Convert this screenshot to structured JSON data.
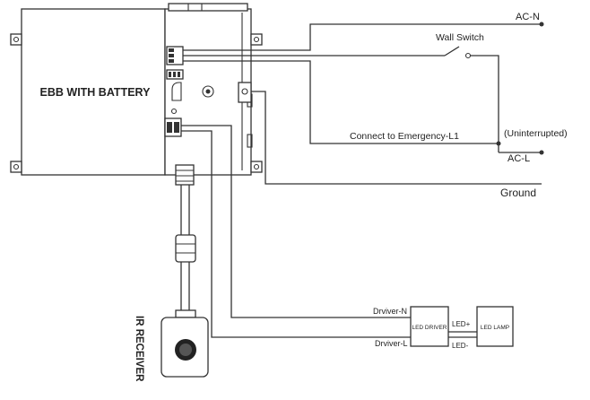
{
  "diagram": {
    "unit_label": "EBB WITH BATTERY",
    "terminals": {
      "ac_n": "AC-N",
      "ac_l": "AC-L",
      "ground": "Ground"
    },
    "wall_switch": "Wall Switch",
    "connect_emergency": "Connect to Emergency-L1",
    "uninterrupted": "(Uninterrupted)",
    "driver_n": "Drviver-N",
    "driver_l": "Drviver-L",
    "led_driver": "LED DRIVER",
    "led_lamp": "LED LAMP",
    "led_plus": "LED+",
    "led_minus": "LED-",
    "ir_receiver": "IR RECEIVER"
  }
}
